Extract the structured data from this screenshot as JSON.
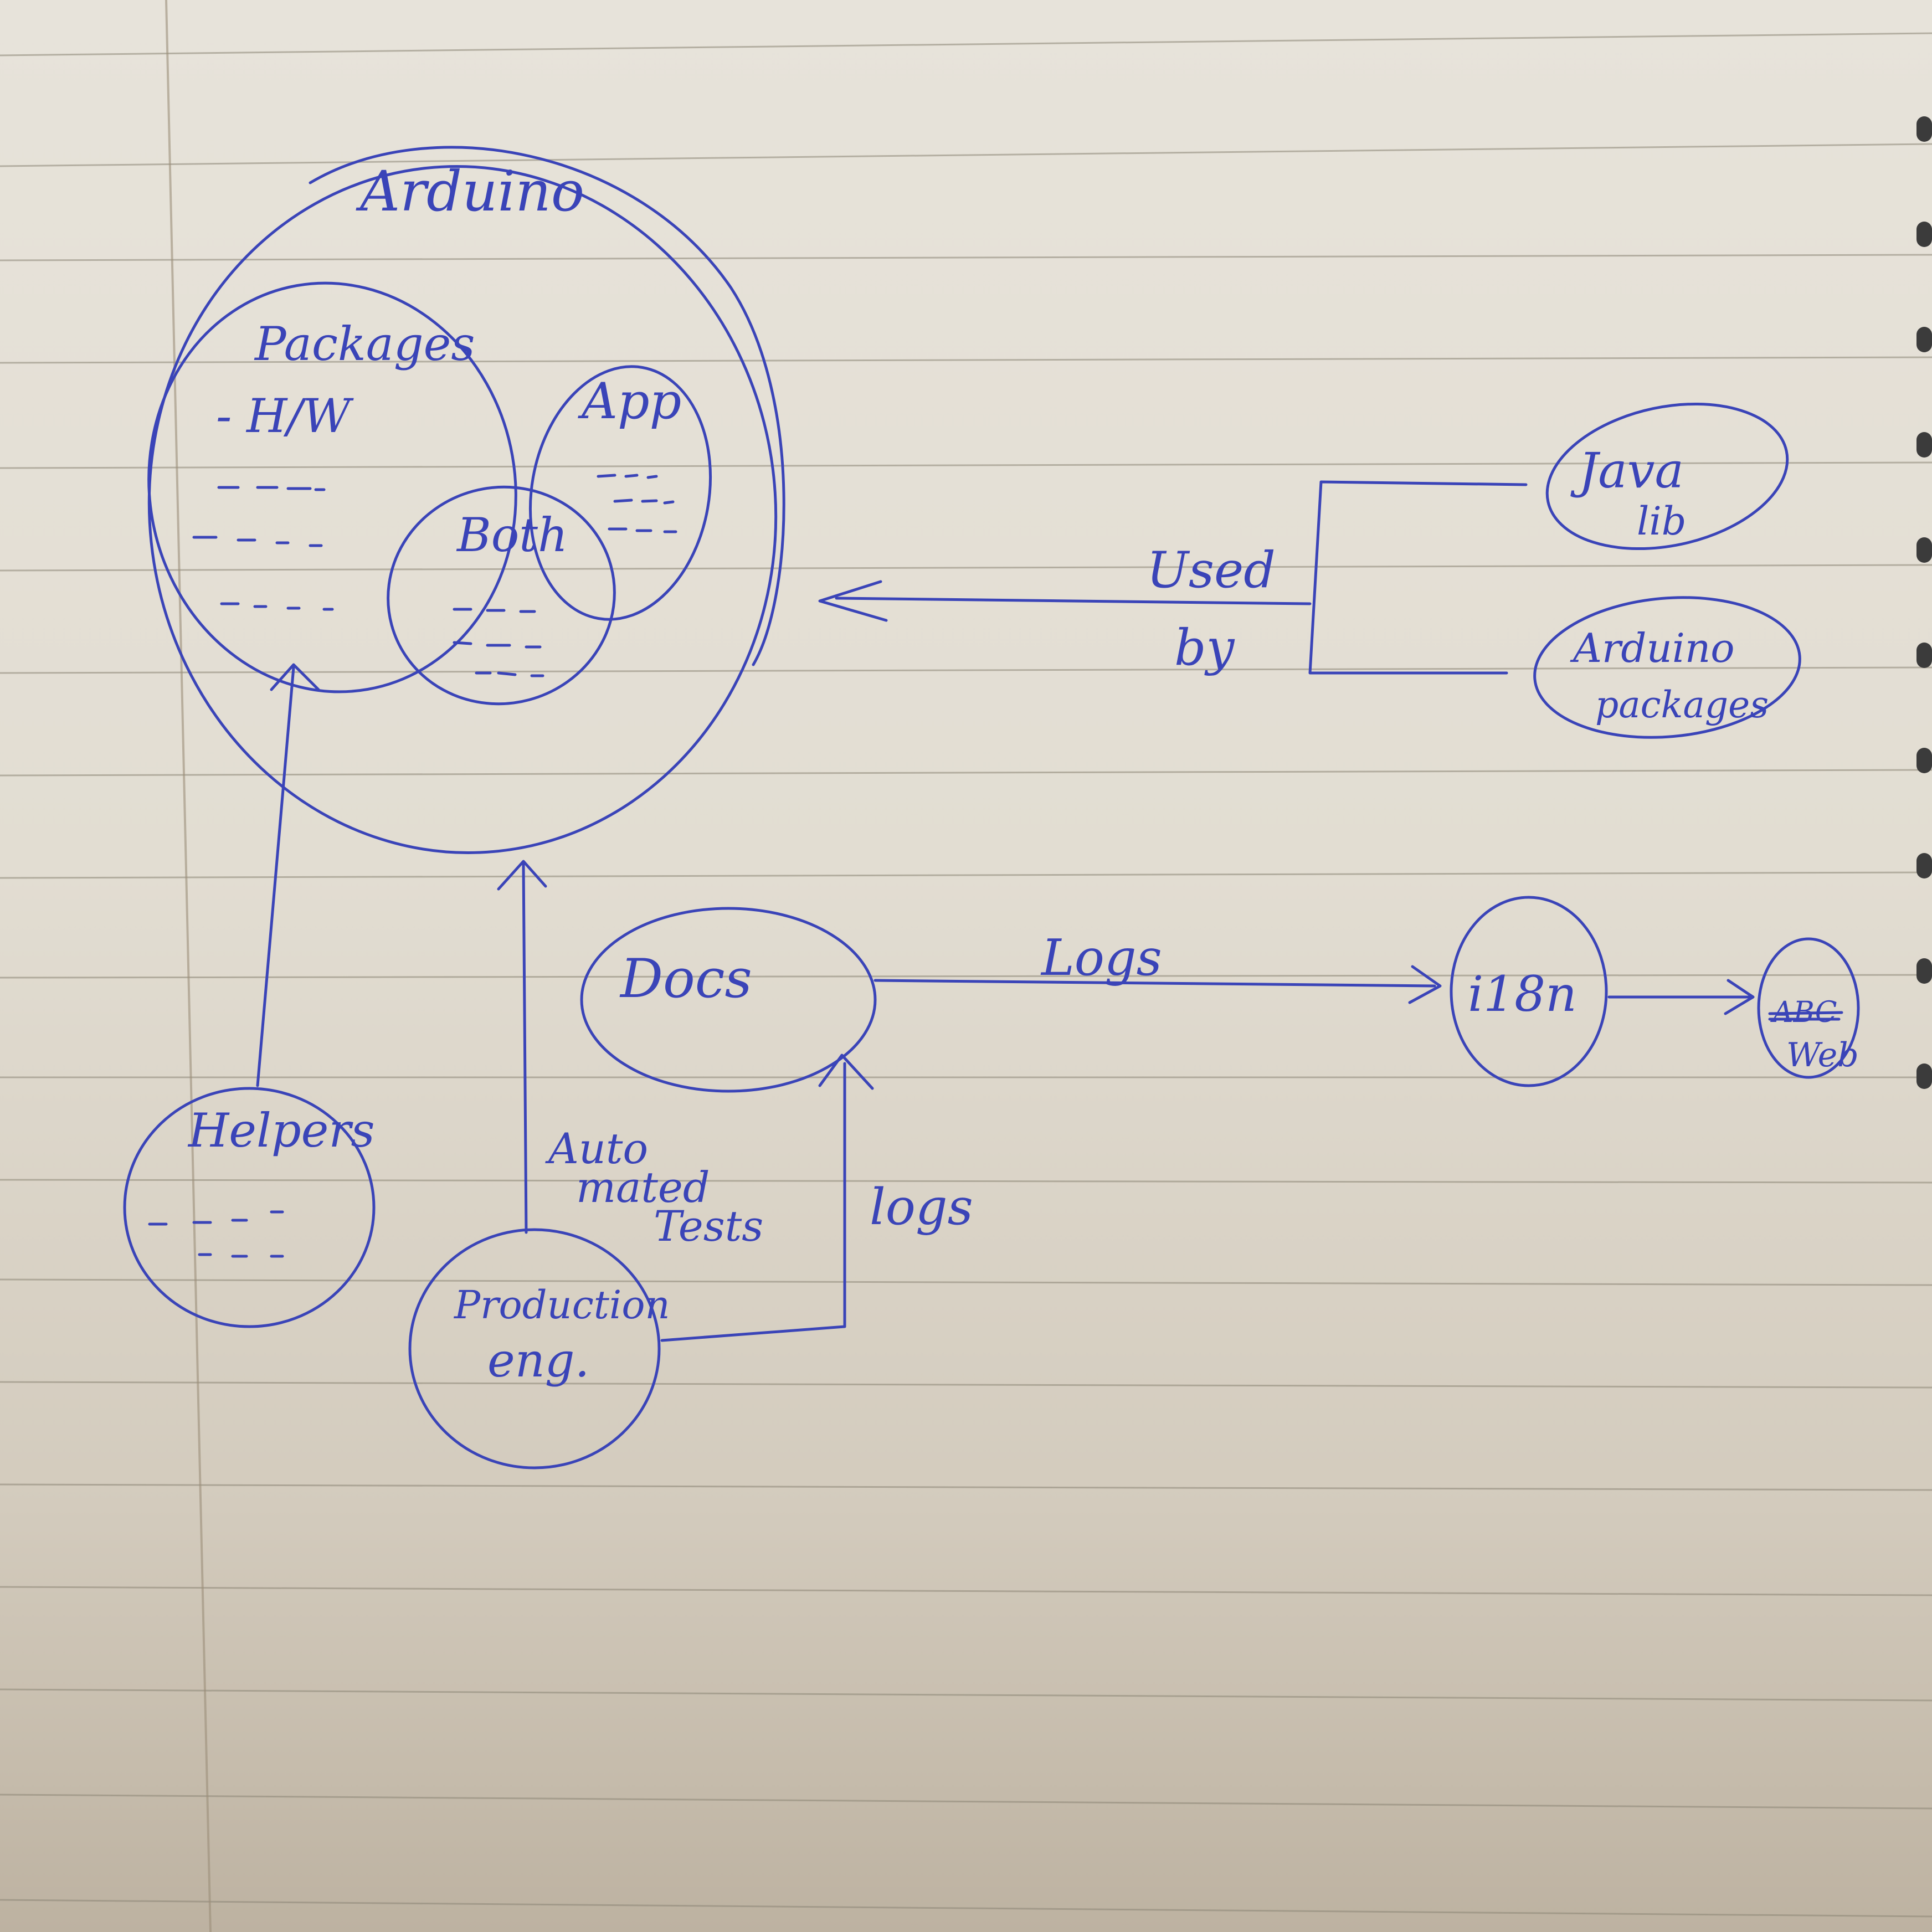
{
  "diagram": {
    "nodes": {
      "arduino": "Arduino",
      "packages_title": "Packages",
      "packages_sub": "- H/W",
      "app": "App",
      "both": "Both",
      "java_lib_line1": "Java",
      "java_lib_line2": "lib",
      "arduino_packages_line1": "Arduino",
      "arduino_packages_line2": "packages",
      "docs": "Docs",
      "i18n": "i18n",
      "web_struck": "ABC",
      "web": "Web",
      "helpers": "Helpers",
      "production_line1": "Production",
      "production_line2": "eng."
    },
    "edges": {
      "used_by_line1": "Used",
      "used_by_line2": "by",
      "logs_docs_i18n": "Logs",
      "automated_tests_line1": "Auto",
      "automated_tests_line2": "mated",
      "automated_tests_line3": "Tests",
      "logs_prod_docs": "logs"
    },
    "colors": {
      "ink": "#3a44b8",
      "paper": "#e4e0d6",
      "rule": "#8c8676"
    }
  }
}
